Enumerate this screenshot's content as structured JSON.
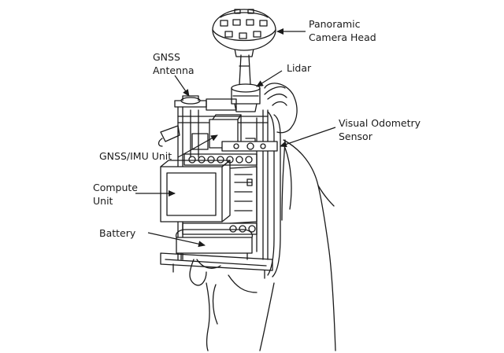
{
  "labels": {
    "panoramic_camera_head": [
      "Panoramic",
      "Camera Head"
    ],
    "gnss_antenna": [
      "GNSS",
      "Antenna"
    ],
    "lidar": "Lidar",
    "visual_odometry_sensor": [
      "Visual Odometry",
      "Sensor"
    ],
    "gnss_imu_unit": "GNSS/IMU Unit",
    "compute_unit": [
      "Compute",
      "Unit"
    ],
    "battery": "Battery"
  }
}
